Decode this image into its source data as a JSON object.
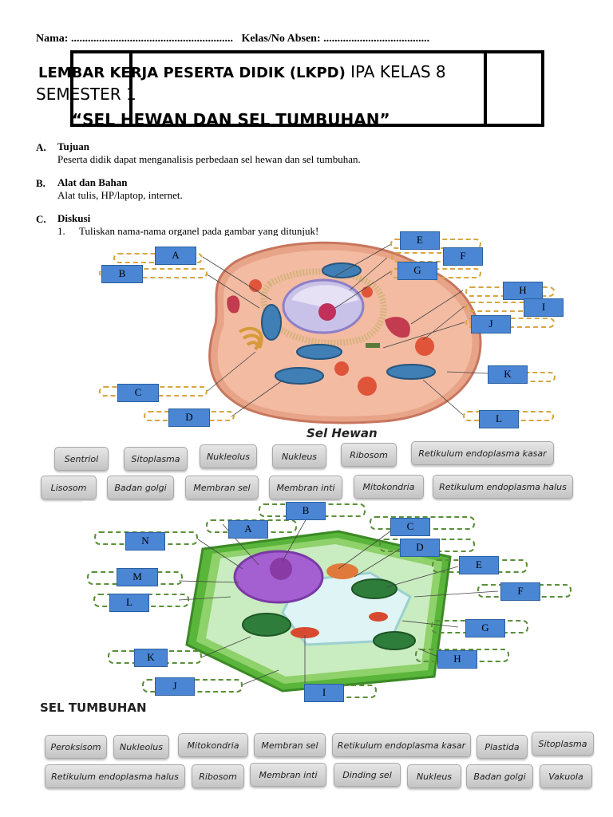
{
  "header": {
    "nama_label": "Nama:",
    "nama_dots": "..........................................................",
    "kelas_label": "Kelas/No Absen:",
    "kelas_dots": "......................................"
  },
  "title": {
    "line1_bold": "LEMBAR KERJA PESERTA DIDIK (LKPD)",
    "line1_rest": "IPA KELAS 8",
    "line2": "SEMESTER 1",
    "line3": "“SEL HEWAN DAN SEL TUMBUHAN”"
  },
  "sections": [
    {
      "letter": "A.",
      "title": "Tujuan",
      "body": "Peserta didik dapat menganalisis perbedaan sel hewan dan sel tumbuhan."
    },
    {
      "letter": "B.",
      "title": "Alat dan Bahan",
      "body": "Alat tulis, HP/laptop, internet."
    },
    {
      "letter": "C.",
      "title": "Diskusi",
      "body": ""
    }
  ],
  "question": {
    "number": "1.",
    "text": "Tuliskan nama-nama organel pada gambar yang ditunjuk!"
  },
  "animal": {
    "caption": "Sel Hewan",
    "labels": [
      "A",
      "B",
      "C",
      "D",
      "E",
      "F",
      "G",
      "H",
      "I",
      "J",
      "K",
      "L"
    ],
    "chips_row1": [
      "Sentriol",
      "Sitoplasma",
      "Nukleolus",
      "Nukleus",
      "Ribosom",
      "Retikulum endoplasma kasar"
    ],
    "chips_row2": [
      "Lisosom",
      "Badan golgi",
      "Membran sel",
      "Membran inti",
      "Mitokondria",
      "Retikulum endoplasma halus"
    ]
  },
  "plant": {
    "caption": "SEL TUMBUHAN",
    "labels": [
      "A",
      "B",
      "C",
      "D",
      "E",
      "F",
      "G",
      "H",
      "I",
      "J",
      "K",
      "L",
      "M",
      "N"
    ],
    "chips_row1": [
      "Peroksisom",
      "Nukleolus",
      "Mitokondria",
      "Membran sel",
      "Retikulum endoplasma kasar",
      "Plastida",
      "Sitoplasma"
    ],
    "chips_row2": [
      "Retikulum endoplasma halus",
      "Ribosom",
      "Membran inti",
      "Dinding sel",
      "Nukleus",
      "Badan golgi",
      "Vakuola"
    ]
  },
  "colors": {
    "label_fill": "#4a86d4",
    "animal_dash": "#d8a640",
    "plant_dash": "#5a8f3a",
    "chip": "#d6d6d6"
  }
}
